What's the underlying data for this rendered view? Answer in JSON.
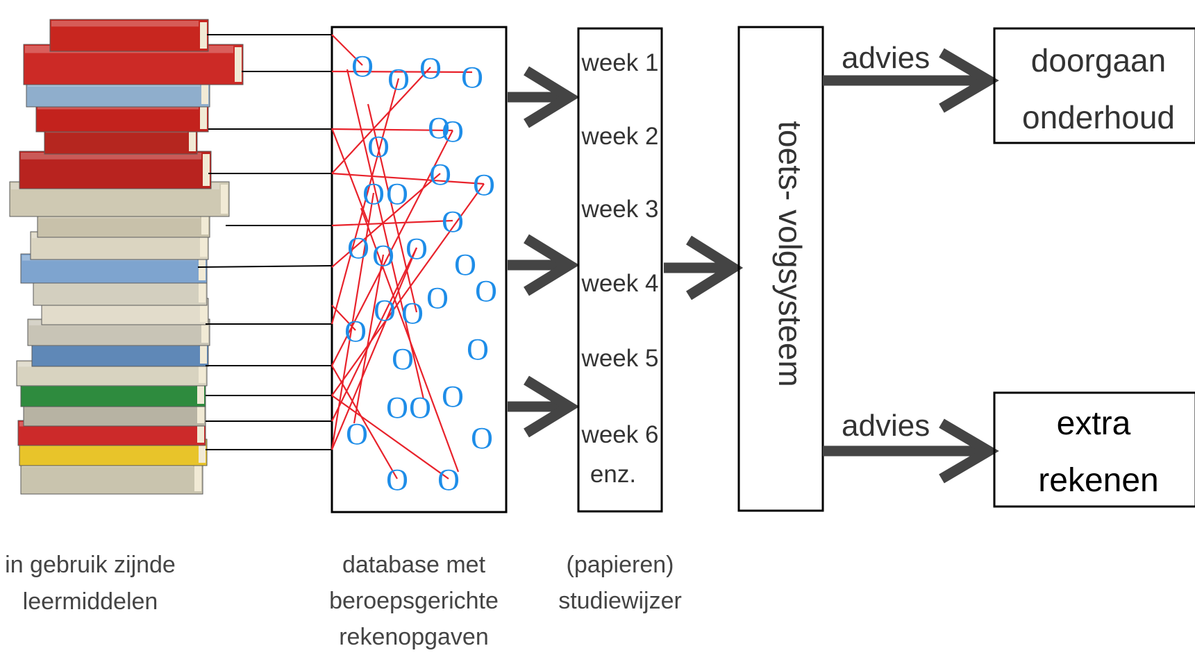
{
  "colors": {
    "background": "#ffffff",
    "box_stroke": "#000000",
    "arrow": "#444444",
    "text": "#333333",
    "circle": "#1e8de8",
    "link": "#e8222b",
    "connector": "#000000"
  },
  "books": {
    "icon": "stack-of-books-picture",
    "caption_line1": "in gebruik zijnde",
    "caption_line2": "leermiddelen"
  },
  "database": {
    "circle_glyph": "O",
    "caption_line1": "database met",
    "caption_line2": "beroepsgerichte",
    "caption_line3": "rekenopgaven"
  },
  "studiewijzer": {
    "weeks": [
      "week  1",
      "week  2",
      "week  3",
      "week  4",
      "week  5",
      "week  6"
    ],
    "etc": "enz.",
    "caption_line1": "(papieren)",
    "caption_line2": "studiewijzer"
  },
  "toets": {
    "label": "toets- volgsysteem"
  },
  "advice": {
    "top_label": "advies",
    "bottom_label": "advies"
  },
  "outcomes": {
    "top_line1": "doorgaan",
    "top_line2": "onderhoud",
    "bottom_line1": "extra",
    "bottom_line2": "rekenen"
  }
}
